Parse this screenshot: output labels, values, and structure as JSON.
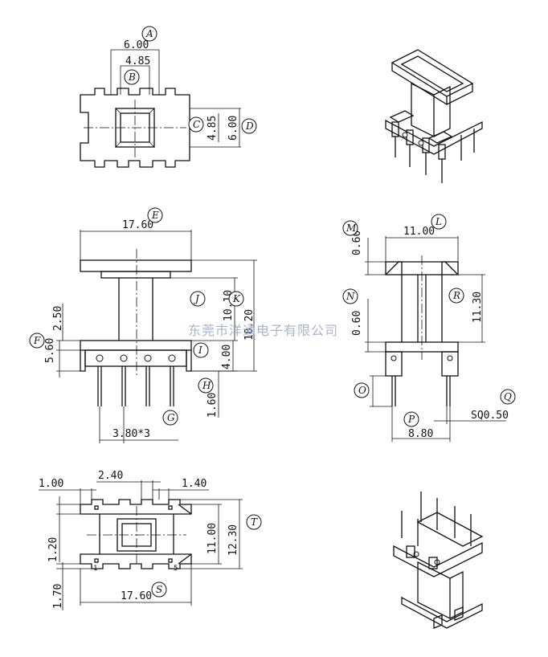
{
  "dimensions": {
    "d600_top": "6.00",
    "d485_top": "4.85",
    "d485_side": "4.85",
    "d600_side": "6.00",
    "d1760_front": "17.60",
    "d250": "2.50",
    "d1010": "10.10",
    "d1820": "18.20",
    "d560": "5.60",
    "d400": "4.00",
    "d160": "1.60",
    "d380x3": "3.80*3",
    "d1100_side": "11.00",
    "d060_m": "0.60",
    "d060_n": "0.60",
    "d1130": "11.30",
    "d880": "8.80",
    "sq050": "SQ0.50",
    "d100": "1.00",
    "d240": "2.40",
    "d140": "1.40",
    "d1100_bottom": "11.00",
    "d1230": "12.30",
    "d120": "1.20",
    "d170": "1.70",
    "d1760_bottom": "17.60"
  },
  "callouts": [
    "A",
    "B",
    "C",
    "D",
    "E",
    "F",
    "G",
    "H",
    "I",
    "J",
    "K",
    "L",
    "M",
    "N",
    "O",
    "P",
    "Q",
    "R",
    "S",
    "T"
  ],
  "pin_marks": {
    "pin1": "1",
    "pin5": "5"
  },
  "watermark": "东莞市洋通电子有限公司"
}
